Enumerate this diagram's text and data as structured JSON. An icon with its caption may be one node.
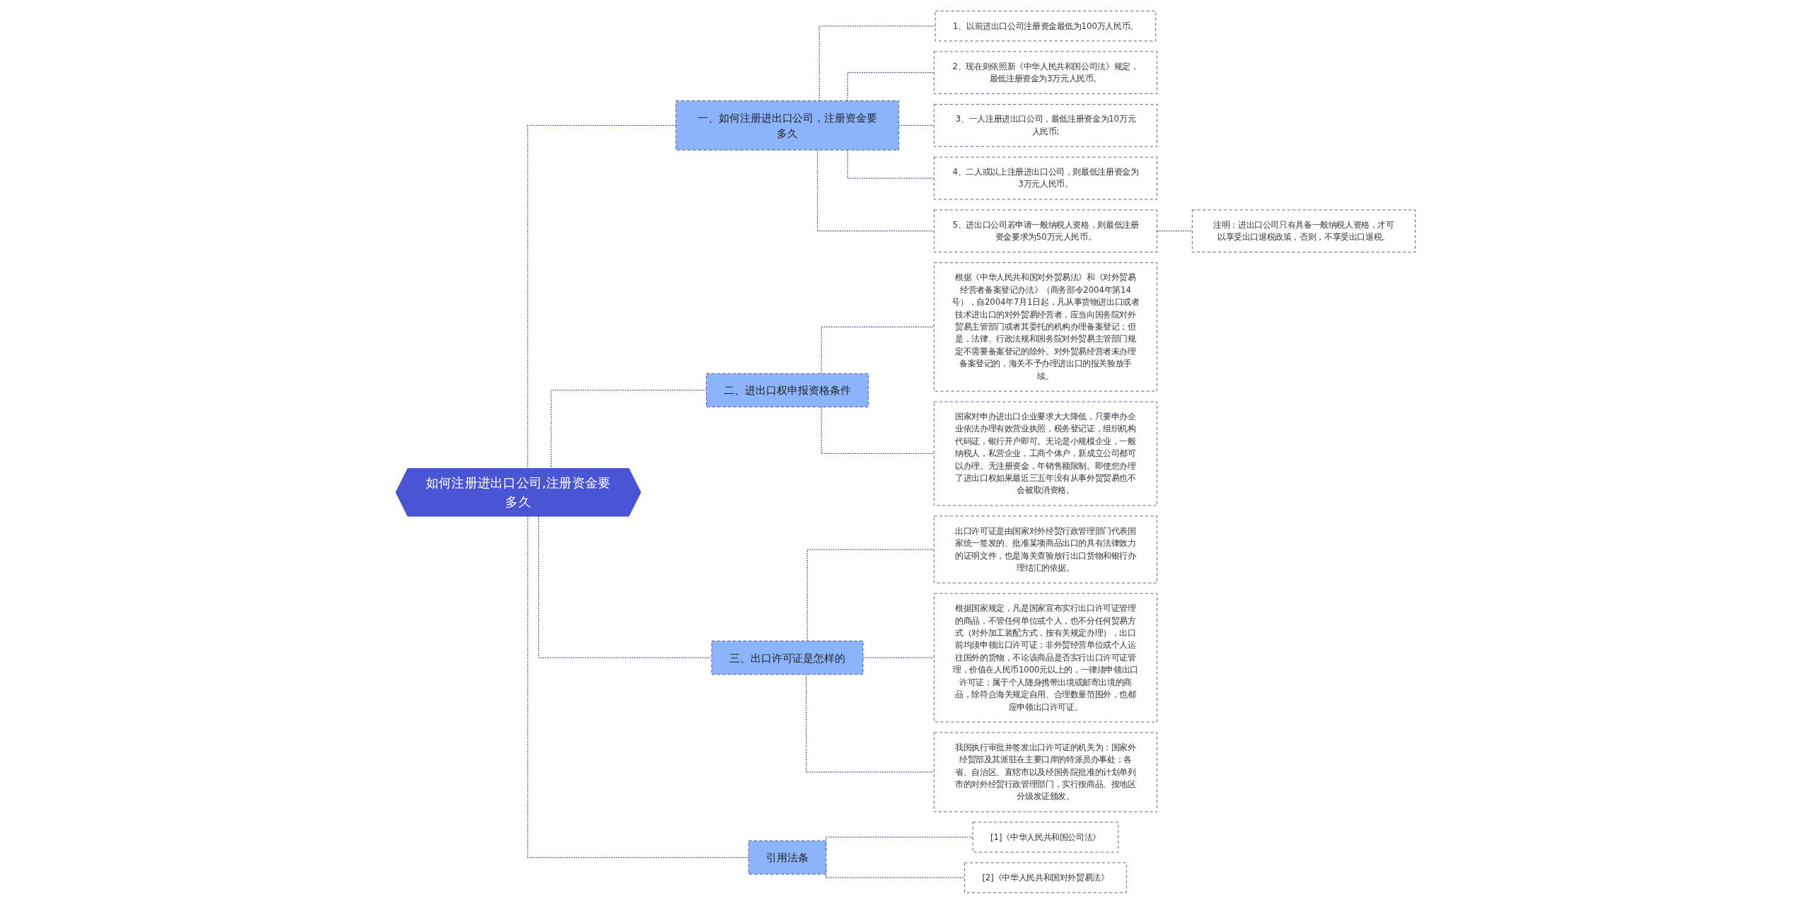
{
  "diagram": {
    "nodes": [
      {
        "text": [
          "如何注册进出口公司,注册资金要多久"
        ]
      },
      {
        "text": [
          "一、如何注册进出口公司，注册资金要多久"
        ]
      },
      {
        "text": [
          "1、以前进出口公司注册资金最低为100万人民币。"
        ]
      },
      {
        "text": [
          "2、现在则依照新《中华人民共和国公司法》规定，最低注册资金为3万元人民币。"
        ]
      },
      {
        "text": [
          "3、一人注册进出口公司，最低注册资金为10万元人民币;"
        ]
      },
      {
        "text": [
          "4、二人或以上注册进出口公司，则最低注册资金为3万元人民币。"
        ]
      },
      {
        "text": [
          "5、进出口公司若申请一般纳税人资格，则最低注册资金要求为50万元人民币。"
        ]
      },
      {
        "text": [
          "注明：进出口公司只有具备一般纳税人资格，才可以享受出口退税政策，否则，不享受出口退税。"
        ]
      },
      {
        "text": [
          "二、进出口权申报资格条件"
        ]
      },
      {
        "text": [
          "根据《中华人民共和国对外贸易法》和《对外贸易经营者备案登记办法》（商务部令2004年第14号），自2004年7月1日起，凡从事货物进出口或者技术进出口的对外贸易经营者，应当向国务院对外贸易主管部门或者其委托的机构办理备案登记；但是，法律、行政法规和国务院对外贸易主管部门规定不需要备案登记的除外。对外贸易经营者未办理备案登记的，海关不予办理进出口的报关验放手续。"
        ]
      },
      {
        "text": [
          "国家对申办进出口企业要求大大降低，只要申办企业依法办理有效营业执照，税务登记证，组织机构代码证，银行开户即可。无论是小规模企业，一般纳税人，私营企业，工商个体户，新成立公司都可以办理。无注册资金，年销售额限制。即使您办理了进出口权如果最近三五年没有从事外贸贸易也不会被取消资格。"
        ]
      },
      {
        "text": [
          "三、出口许可证是怎样的"
        ]
      },
      {
        "text": [
          "出口许可证是由国家对外经贸行政管理部门代表国家统一签发的、批准某项商品出口的具有法律效力的证明文件，也是海关查验放行出口货物和银行办理结汇的依据。"
        ]
      },
      {
        "text": [
          "根据国家规定，凡是国家宣布实行出口许可证管理的商品，不管任何单位或个人，也不分任何贸易方式（对外加工装配方式，按有关规定办理），出口前均须申领出口许可证；非外贸经营单位或个人运往国外的货物，不论该商品是否实行出口许可证管理，价值在人民币1000元以上的，一律须申领出口许可证；属于个人随身携带出境或邮寄出境的商品，除符合海关规定自用、合理数量范围外，也都应申领出口许可证。"
        ]
      },
      {
        "text": [
          "我国执行审批并签发出口许可证的机关为：国家外经贸部及其派驻在主要口岸的特派员办事处；各省、自治区、直辖市以及经国务院批准的计划单列市的对外经贸行政管理部门，实行按商品、按地区分级发证颁发。"
        ]
      },
      {
        "text": [
          "引用法条"
        ]
      },
      {
        "text": [
          "[1]《中华人民共和国公司法》"
        ]
      },
      {
        "text": [
          "[2]《中华人民共和国对外贸易法》"
        ]
      }
    ],
    "edges": [
      {
        "from": 0,
        "to": 1,
        "arrow": "none",
        "style": "dashed"
      },
      {
        "from": 1,
        "to": 2,
        "arrow": "none",
        "style": "dashed"
      },
      {
        "from": 1,
        "to": 3,
        "arrow": "none",
        "style": "dashed"
      },
      {
        "from": 1,
        "to": 4,
        "arrow": "none",
        "style": "dashed"
      },
      {
        "from": 1,
        "to": 5,
        "arrow": "none",
        "style": "dashed"
      },
      {
        "from": 1,
        "to": 6,
        "arrow": "none",
        "style": "dashed"
      },
      {
        "from": 6,
        "to": 7,
        "arrow": "none",
        "style": "dashed"
      },
      {
        "from": 0,
        "to": 8,
        "arrow": "none",
        "style": "dashed"
      },
      {
        "from": 8,
        "to": 9,
        "arrow": "none",
        "style": "dashed"
      },
      {
        "from": 8,
        "to": 10,
        "arrow": "none",
        "style": "dashed"
      },
      {
        "from": 0,
        "to": 11,
        "arrow": "none",
        "style": "dashed"
      },
      {
        "from": 11,
        "to": 12,
        "arrow": "none",
        "style": "dashed"
      },
      {
        "from": 11,
        "to": 13,
        "arrow": "none",
        "style": "dashed"
      },
      {
        "from": 11,
        "to": 14,
        "arrow": "none",
        "style": "dashed"
      },
      {
        "from": 0,
        "to": 15,
        "arrow": "none",
        "style": "dashed"
      },
      {
        "from": 15,
        "to": 16,
        "arrow": "none",
        "style": "dashed"
      },
      {
        "from": 15,
        "to": 17,
        "arrow": "none",
        "style": "dashed"
      }
    ]
  }
}
